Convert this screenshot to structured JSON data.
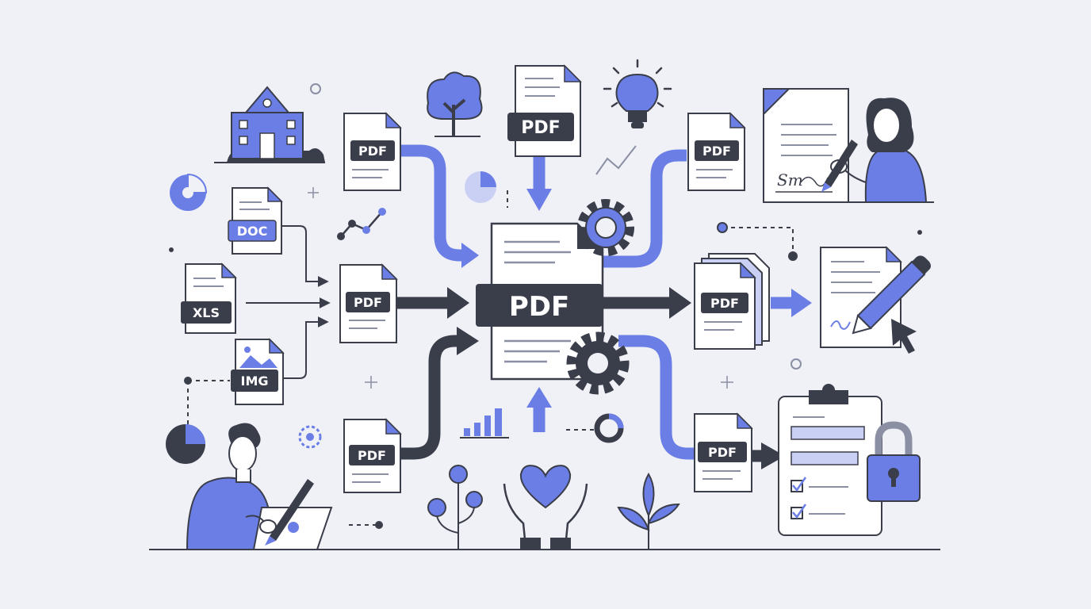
{
  "labels": {
    "doc": "DOC",
    "xls": "XLS",
    "img": "IMG",
    "pdf": "PDF",
    "signature": "Sm"
  },
  "colors": {
    "background": "#eff1f6",
    "accent": "#6b7ee6",
    "accent_light": "#c9d0f3",
    "ink": "#3a3d4a",
    "paper": "#ffffff"
  },
  "icons": [
    "building-icon",
    "tree-icon",
    "lightbulb-icon",
    "gear-icon",
    "heart-hands-icon",
    "lock-icon",
    "clipboard-icon",
    "pencil-icon",
    "cursor-icon",
    "pie-chart-icon",
    "bar-chart-icon",
    "line-chart-icon",
    "sprout-icon",
    "person-signing",
    "person-writing"
  ]
}
